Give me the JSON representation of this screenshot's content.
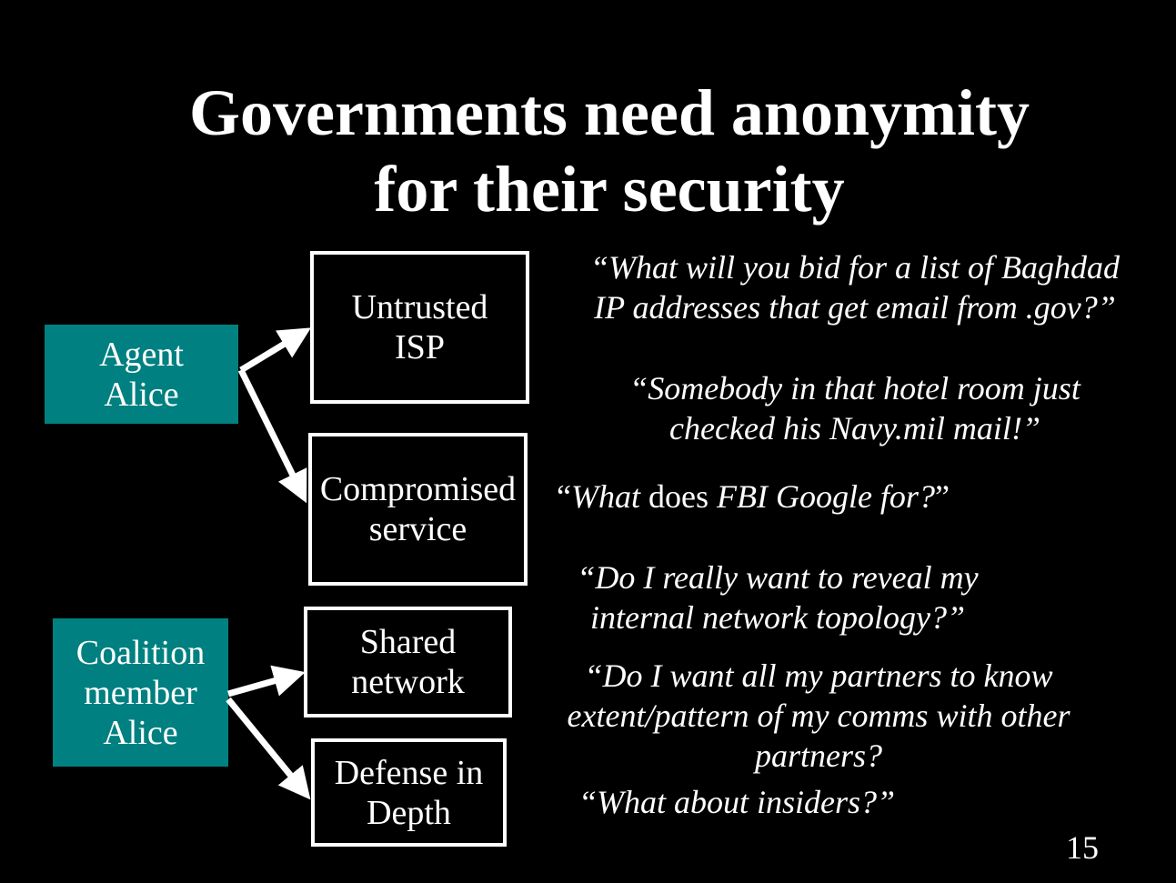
{
  "slide": {
    "title_line1": "Governments need anonymity",
    "title_line2": "for their security",
    "page_number": "15"
  },
  "actors": {
    "agent_line1": "Agent",
    "agent_line2": "Alice",
    "coalition_line1": "Coalition",
    "coalition_line2": "member",
    "coalition_line3": "Alice"
  },
  "threats": {
    "untrusted_isp_line1": "Untrusted",
    "untrusted_isp_line2": "ISP",
    "compromised_line1": "Compromised",
    "compromised_line2": "service",
    "shared_line1": "Shared",
    "shared_line2": "network",
    "defense_line1": "Defense in",
    "defense_line2": "Depth"
  },
  "quotes": {
    "q1_line1": "“What will you bid for a list of Baghdad",
    "q1_line2": "IP addresses that get email from  .gov?”",
    "q2_line1": "“Somebody in that hotel room just",
    "q2_line2": "checked his Navy.mil mail!”",
    "q3_open": "“",
    "q3_what": "What",
    "q3_does": " does ",
    "q3_rest": "FBI Google for?",
    "q3_close": "”",
    "q4_line1": "“Do I really want to reveal my",
    "q4_line2": "internal network topology?”",
    "q5_line1": "“Do I want all my partners to know",
    "q5_line2": "extent/pattern of my comms with other",
    "q5_line3": "partners?",
    "q6_line1": "“What about insiders?”"
  },
  "colors": {
    "background": "#000000",
    "actor_box": "#008080",
    "text": "#ffffff"
  }
}
